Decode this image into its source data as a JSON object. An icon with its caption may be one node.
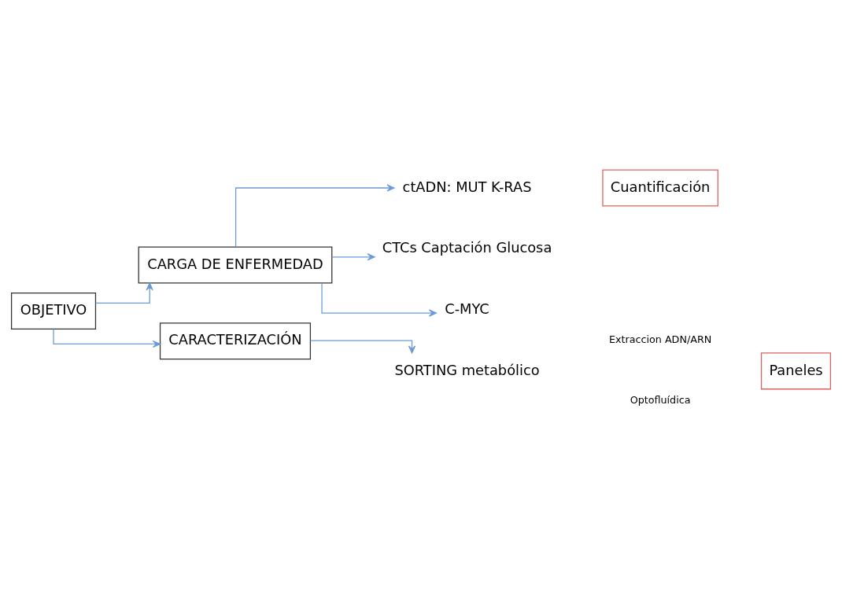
{
  "diagram": {
    "nodes": [
      {
        "text": [
          "OBJETIVO"
        ]
      },
      {
        "text": [
          "CARGA DE ENFERMEDAD"
        ]
      },
      {
        "text": [
          "ctADN: MUT K-RAS"
        ]
      },
      {
        "text": [
          "CTCs Captación Glucosa"
        ]
      },
      {
        "text": [
          "C-MYC"
        ]
      },
      {
        "text": [
          "Cuantificación"
        ]
      },
      {
        "text": [
          "CARACTERIZACIÓN"
        ]
      },
      {
        "text": [
          "SORTING metabólico"
        ]
      },
      {
        "text": [
          "Extraccion ADN/ARN"
        ]
      },
      {
        "text": [
          "Optofluídica"
        ]
      },
      {
        "text": [
          "Paneles"
        ]
      }
    ],
    "edges": [
      {
        "from": 0,
        "to": 1,
        "arrow": "to"
      },
      {
        "from": 1,
        "to": 2,
        "arrow": "to"
      },
      {
        "from": 1,
        "to": 3,
        "arrow": "to"
      },
      {
        "from": 1,
        "to": 4,
        "arrow": "to"
      },
      {
        "from": 0,
        "to": 6,
        "arrow": "to"
      },
      {
        "from": 6,
        "to": 7,
        "arrow": "to"
      }
    ]
  }
}
